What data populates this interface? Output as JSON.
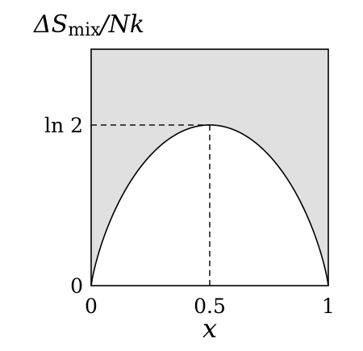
{
  "chart_data": {
    "type": "line",
    "ylabel": {
      "delta": "Δ",
      "symbol": "S",
      "subscript": "mix",
      "rest": "/Nk"
    },
    "xlabel": "x",
    "function": "-(x ln x + (1-x) ln(1-x))",
    "x": [
      0,
      0.05,
      0.1,
      0.2,
      0.3,
      0.4,
      0.5,
      0.6,
      0.7,
      0.8,
      0.9,
      0.95,
      1
    ],
    "y": [
      0,
      0.199,
      0.325,
      0.5,
      0.611,
      0.673,
      0.693,
      0.673,
      0.611,
      0.5,
      0.325,
      0.199,
      0
    ],
    "xlim": [
      0,
      1
    ],
    "ylim": [
      0,
      1.02
    ],
    "x_ticks": [
      {
        "value": 0,
        "label": "0"
      },
      {
        "value": 0.5,
        "label": "0.5"
      },
      {
        "value": 1,
        "label": "1"
      }
    ],
    "y_ticks": [
      {
        "value": 0,
        "label": "0"
      },
      {
        "value": 0.693,
        "label": "ln 2"
      }
    ],
    "maximum": {
      "x": 0.5,
      "y": 0.693
    },
    "shaded_region": "above curve",
    "colors": {
      "shade": "#e0e0e0",
      "line": "#000000"
    },
    "grid": false
  }
}
